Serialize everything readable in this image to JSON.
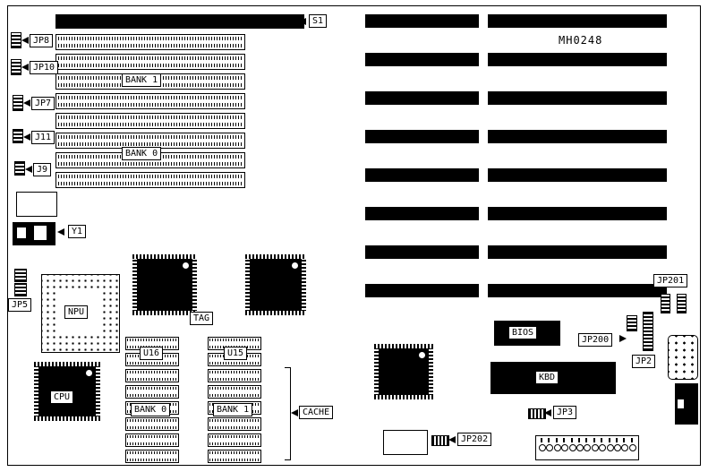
{
  "board": {
    "part_number": "MH0248"
  },
  "labels": {
    "s1": "S1",
    "jp8": "JP8",
    "jp10": "JP10",
    "jp7": "JP7",
    "j11": "J11",
    "j9": "J9",
    "simm_bank1": "BANK 1",
    "simm_bank0": "BANK 0",
    "y1": "Y1",
    "jp5": "JP5",
    "npu": "NPU",
    "tag": "TAG",
    "u16": "U16",
    "u15": "U15",
    "cache_bank0": "BANK 0",
    "cache_bank1": "BANK 1",
    "cache": "CACHE",
    "cpu": "CPU",
    "bios": "BIOS",
    "jp200": "JP200",
    "jp201": "JP201",
    "jp2": "JP2",
    "jp3": "JP3",
    "jp202": "JP202",
    "kbd": "KBD"
  },
  "counts": {
    "simm_rows": 8,
    "isa_slot_rows": 8,
    "cache_rows_per_column": 8,
    "kbd_header_pins": 13
  },
  "colors": {
    "ink": "#000000",
    "paper": "#ffffff"
  }
}
